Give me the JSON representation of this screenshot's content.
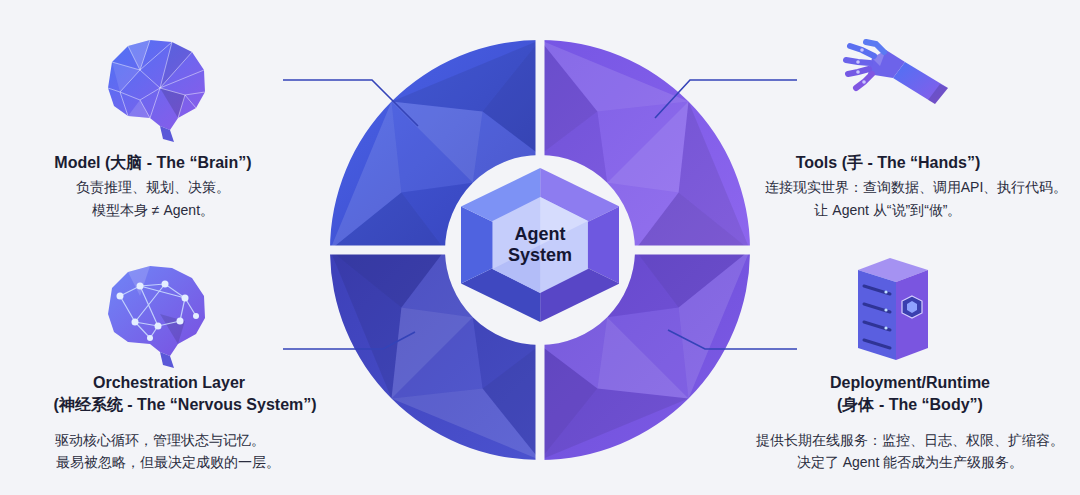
{
  "diagram": {
    "nodes": [
      {
        "text": [
          "Agent System"
        ]
      }
    ],
    "labels": [
      "Model (大脑 - The “Brain”)",
      "负责推理、规划、决策。",
      "模型本身 ≠ Agent。",
      "Tools (手 - The “Hands”)",
      "连接现实世界：查询数据、调用API、执行代码。",
      "让 Agent 从“说”到“做”。",
      "Orchestration Layer",
      "(神经系统 - The “Nervous System”)",
      "驱动核心循环，管理状态与记忆。",
      "最易被忽略，但最决定成败的一层。",
      "Deployment/Runtime",
      "(身体 - The “Body”)",
      "提供长期在线服务：监控、日志、权限、扩缩容。",
      "决定了 Agent 能否成为生产级服务。"
    ]
  }
}
